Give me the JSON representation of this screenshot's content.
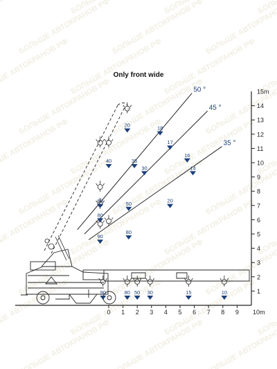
{
  "title": "Only front wide",
  "y_axis": {
    "unit_label": "15m",
    "ticks": [
      "1",
      "2",
      "3",
      "4",
      "5",
      "6",
      "7",
      "8",
      "9",
      "10",
      "11",
      "12",
      "13",
      "14"
    ]
  },
  "x_axis": {
    "unit_label": "10m",
    "ticks": [
      "0",
      "1",
      "2",
      "3",
      "4",
      "5",
      "6",
      "7",
      "8",
      "9"
    ]
  },
  "angle_lines": [
    {
      "label": "50 °",
      "angle": 50
    },
    {
      "label": "45 °",
      "angle": 45
    },
    {
      "label": "35 °",
      "angle": 35
    }
  ],
  "boom_loads": [
    {
      "label": "20",
      "x": 1.3,
      "y": 12.5
    },
    {
      "label": "18",
      "x": 3.6,
      "y": 12.3
    },
    {
      "label": "17",
      "x": 4.3,
      "y": 11.3
    },
    {
      "label": "16",
      "x": 5.5,
      "y": 10.4
    },
    {
      "label": "14",
      "x": 5.9,
      "y": 9.5
    },
    {
      "label": "35",
      "x": 1.8,
      "y": 10.0
    },
    {
      "label": "30",
      "x": 2.5,
      "y": 9.5
    },
    {
      "label": "40",
      "x": 0.0,
      "y": 10.0
    },
    {
      "label": "60",
      "x": -0.6,
      "y": 7.2
    },
    {
      "label": "50",
      "x": 1.4,
      "y": 7.0
    },
    {
      "label": "20",
      "x": 4.3,
      "y": 7.2
    },
    {
      "label": "80",
      "x": -0.6,
      "y": 6.2
    },
    {
      "label": "90",
      "x": -0.6,
      "y": 4.7
    },
    {
      "label": "80",
      "x": 1.4,
      "y": 5.0
    }
  ],
  "ground_loads": [
    {
      "label": "90",
      "x": -0.4,
      "y": 0.5
    },
    {
      "label": "80",
      "x": 1.3,
      "y": 0.0
    },
    {
      "label": "50",
      "x": 2.0,
      "y": 0.0
    },
    {
      "label": "30",
      "x": 2.9,
      "y": 0.0
    },
    {
      "label": "15",
      "x": 5.6,
      "y": 0.0
    },
    {
      "label": "10",
      "x": 8.1,
      "y": 0.0
    }
  ],
  "watermark": "БОЛЬШЕ АВТОКРАНОВ РФ",
  "colors": {
    "accent": "#1c3f7a",
    "line": "#222222"
  }
}
